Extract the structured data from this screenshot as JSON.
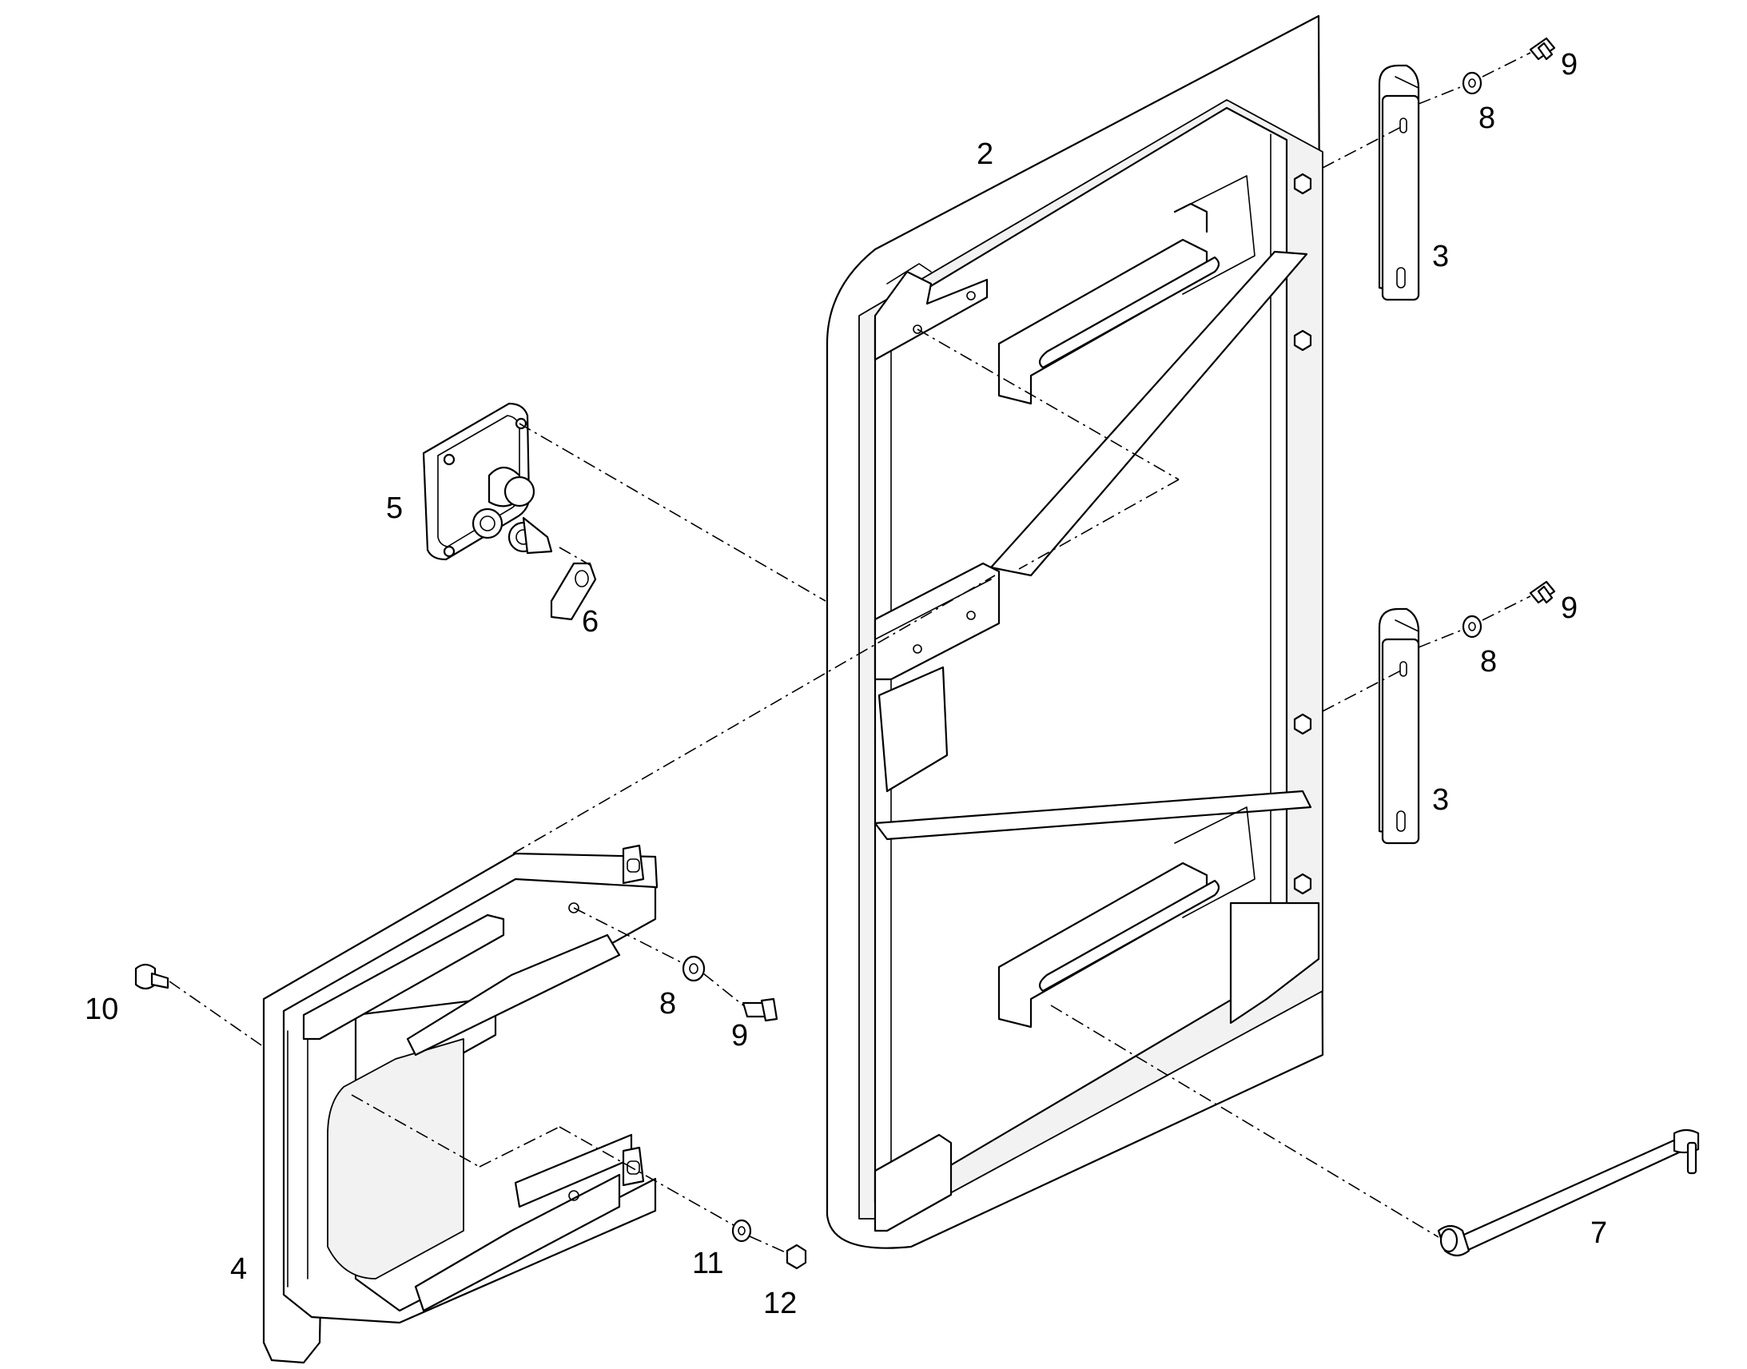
{
  "diagram": {
    "callouts": {
      "c2": "2",
      "c3a": "3",
      "c3b": "3",
      "c4": "4",
      "c5": "5",
      "c6": "6",
      "c7": "7",
      "c8a": "8",
      "c8b": "8",
      "c8c": "8",
      "c9a": "9",
      "c9b": "9",
      "c9c": "9",
      "c10": "10",
      "c11": "11",
      "c12": "12"
    }
  }
}
